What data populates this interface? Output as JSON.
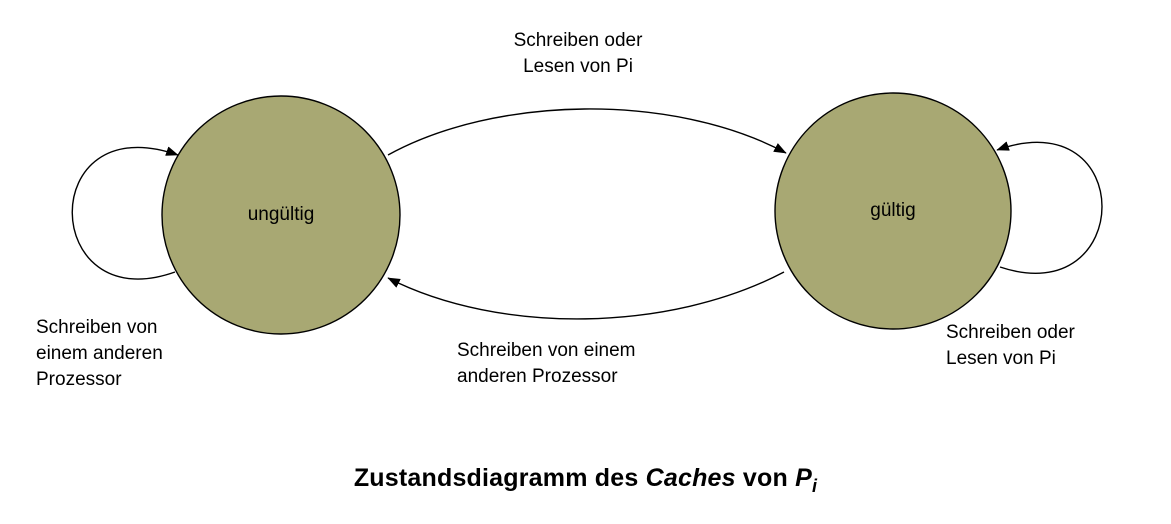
{
  "diagram": {
    "states": [
      {
        "id": "ungueltig",
        "label": "ungültig"
      },
      {
        "id": "gueltig",
        "label": "gültig"
      }
    ],
    "transitions": {
      "top_label": "Schreiben oder\nLesen von Pi",
      "bottom_label": "Schreiben von einem\nanderen Prozessor",
      "self_left_label": "Schreiben von\neinem anderen\nProzessor",
      "self_right_label": "Schreiben oder\nLesen von Pi"
    },
    "caption": {
      "part1": "Zustandsdiagramm des ",
      "part2": "Caches",
      "part3": " von ",
      "part4": "P",
      "subscript": "i"
    },
    "colors": {
      "state_fill": "#a8a873",
      "stroke": "#000000"
    }
  }
}
